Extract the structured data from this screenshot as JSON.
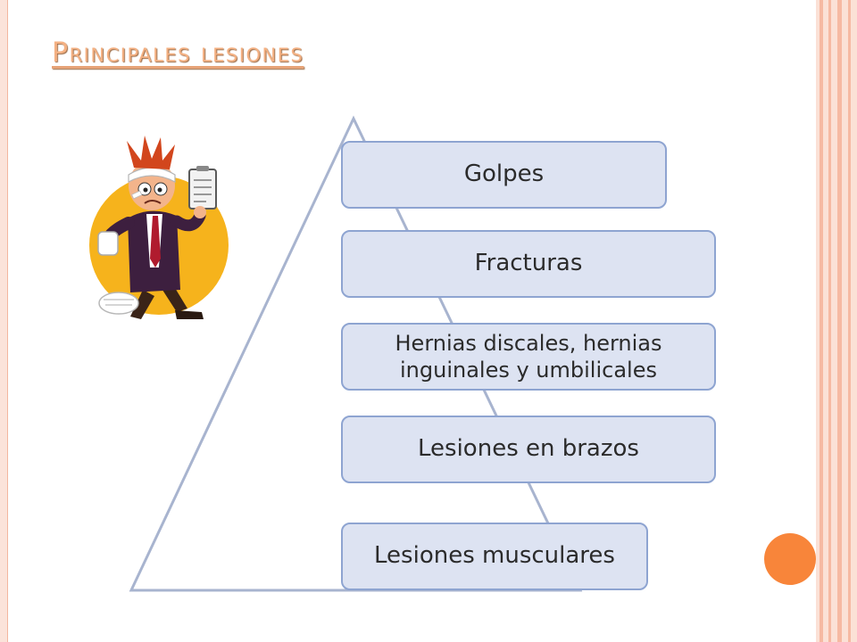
{
  "slide": {
    "title": "Principales lesiones"
  },
  "pyramid": {
    "levels": [
      {
        "label": "Golpes"
      },
      {
        "label": "Fracturas"
      },
      {
        "label": "Hernias discales, hernias inguinales y umbilicales"
      },
      {
        "label": "Lesiones en brazos"
      },
      {
        "label": "Lesiones musculares"
      }
    ]
  },
  "colors": {
    "title": "#f4b183",
    "level_fill": "#dde3f2",
    "level_border": "#8ea4d1",
    "pyramid_line": "#a8b4cf",
    "accent_dot": "#f8853a",
    "frame": "#fbe1d6"
  },
  "illustration": {
    "icon": "injured-man-clipboard-icon"
  }
}
